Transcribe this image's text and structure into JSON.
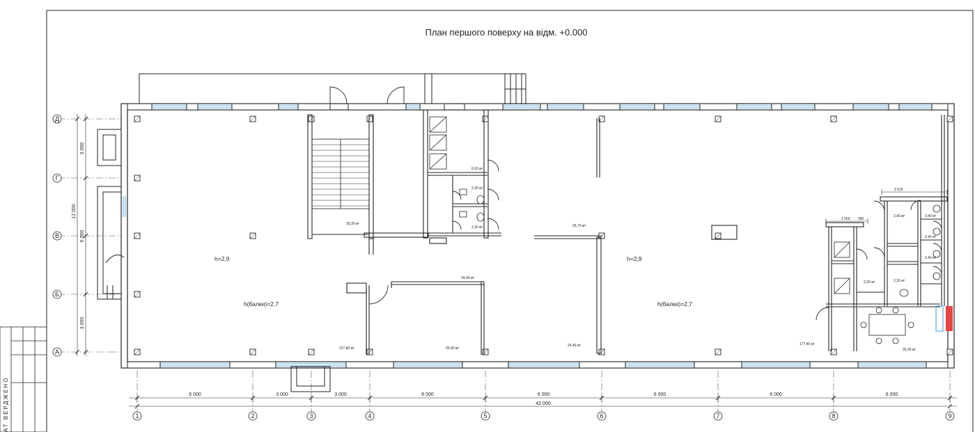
{
  "title": "План першого поверху на відм. +0.000",
  "stamp": "АТ ВЕРДЖЕНО",
  "axes_horizontal": [
    "1",
    "2",
    "3",
    "4",
    "5",
    "6",
    "7",
    "8",
    "9"
  ],
  "axes_vertical": [
    "Д",
    "Г",
    "В",
    "Б",
    "А"
  ],
  "bottom_dims": [
    "6 000",
    "3 000",
    "3 000",
    "6 000",
    "6 000",
    "6 000",
    "6 000",
    "6 000"
  ],
  "bottom_total": "42 000",
  "left_dims": [
    "3 000",
    "6 000",
    "3 000"
  ],
  "left_total": "12 000",
  "heights": {
    "h_left": "h=2,9",
    "h_right": "h=2,9",
    "hb_left": "h(балки)=2,7",
    "hb_right": "h(балки)=2,7"
  },
  "areas": {
    "stair": "18,30 м²",
    "wc1": "6,60 м²",
    "wc2": "2,30 м²",
    "wc3": "2,30 м²",
    "corridor": "26,70 м²",
    "mid": "24,00 м²",
    "hall_left": "127,80 м²",
    "room_a": "25,40 м²",
    "room_b": "24,40 м²",
    "hall_right": "177,40 м²",
    "wc4": "2,40 м²",
    "wc5": "2,40 м²",
    "wc6": "2,40 м²",
    "wc7": "2,40 м²",
    "wc8": "2,30 м²",
    "wc9": "2,30 м²",
    "meeting": "26,30 м²"
  },
  "right_dims": {
    "d1": "3 520",
    "d2": "1 550",
    "d3": "280"
  },
  "colors": {
    "line": "#222222",
    "glass": "#5aa9dc",
    "red": "#e64545",
    "grid": "#555555"
  }
}
